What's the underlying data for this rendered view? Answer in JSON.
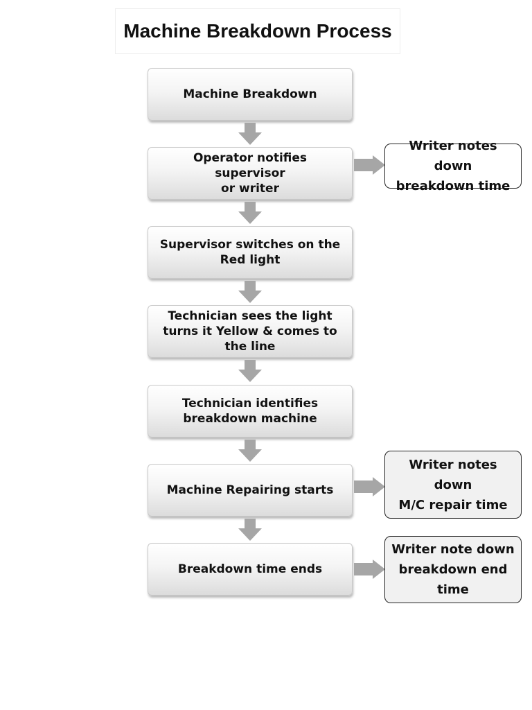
{
  "title": "Machine Breakdown Process",
  "steps": [
    "Machine Breakdown",
    "Operator notifies supervisor\nor writer",
    "Supervisor switches on the\nRed light",
    "Technician sees the light\nturns it  Yellow & comes to\nthe line",
    "Technician identifies\nbreakdown machine",
    "Machine Repairing starts",
    "Breakdown time ends"
  ],
  "notes": [
    "Writer notes down\nbreakdown time",
    "Writer notes down\nM/C repair time",
    "Writer note down\nbreakdown end\ntime"
  ],
  "colors": {
    "arrow": "#a6a6a6",
    "step_border": "#c9c9c9",
    "note_border": "#222222"
  }
}
